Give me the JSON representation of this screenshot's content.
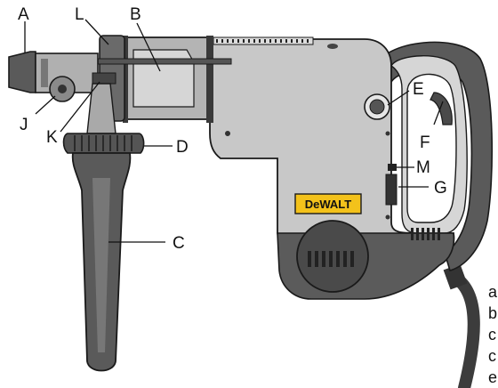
{
  "brand": {
    "text": "DeWALT",
    "bg": "#f3c21b",
    "fg": "#111111"
  },
  "colors": {
    "body_light": "#c9c9c9",
    "body_mid": "#a9a9a9",
    "rubber_dark": "#595959",
    "metal_dark": "#3a3a3a",
    "outline": "#1a1a1a"
  },
  "labels": {
    "A": "A",
    "B": "B",
    "C": "C",
    "D": "D",
    "E": "E",
    "F": "F",
    "G": "G",
    "J": "J",
    "K": "K",
    "L": "L",
    "M": "M"
  },
  "side_text": [
    "a",
    "b",
    "c",
    "c",
    "e"
  ]
}
